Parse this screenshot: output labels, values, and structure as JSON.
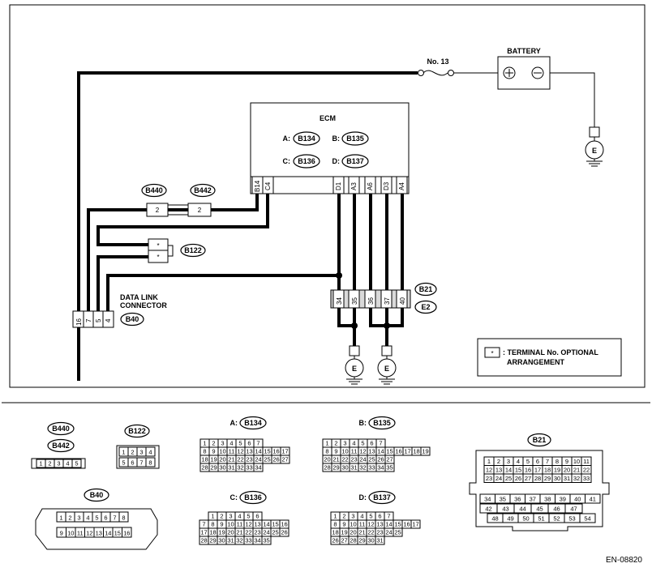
{
  "fuse": "No. 13",
  "battery": "BATTERY",
  "ecm": {
    "title": "ECM",
    "connectors": [
      {
        "prefix": "A:",
        "code": "B134"
      },
      {
        "prefix": "B:",
        "code": "B135"
      },
      {
        "prefix": "C:",
        "code": "B136"
      },
      {
        "prefix": "D:",
        "code": "B137"
      }
    ],
    "pins": [
      "B14",
      "C4",
      "D1",
      "A3",
      "A6",
      "D3",
      "A4"
    ]
  },
  "ground": "E",
  "joint_connectors": {
    "left": {
      "code": "B440",
      "pin": "2"
    },
    "right": {
      "code": "B442",
      "pin": "2"
    }
  },
  "b122": {
    "code": "B122",
    "pins": [
      "*",
      "*"
    ]
  },
  "data_link": {
    "label_line1": "DATA LINK",
    "label_line2": "CONNECTOR",
    "code": "B40",
    "pins": [
      "16",
      "7",
      "5",
      "4"
    ]
  },
  "b21": {
    "code": "B21",
    "alt": "E2",
    "pins": [
      "34",
      "35",
      "36",
      "37",
      "40"
    ]
  },
  "legend": {
    "symbol": "*",
    "text_line1": ": TERMINAL No. OPTIONAL",
    "text_line2": "ARRANGEMENT"
  },
  "connector_views": {
    "b440": "B440",
    "b442": "B442",
    "b440_pins": [
      "1",
      "2",
      "3",
      "4",
      "5"
    ],
    "b122": "B122",
    "b122_rows": [
      [
        "1",
        "2",
        "3",
        "4"
      ],
      [
        "5",
        "6",
        "7",
        "8"
      ]
    ],
    "b40": "B40",
    "b40_rows": [
      [
        "1",
        "2",
        "3",
        "4",
        "5",
        "6",
        "7",
        "8"
      ],
      [
        "9",
        "10",
        "11",
        "12",
        "13",
        "14",
        "15",
        "16"
      ]
    ],
    "a": {
      "prefix": "A:",
      "code": "B134",
      "rows": [
        [
          "1",
          "2",
          "3",
          "4",
          "5",
          "6",
          "7"
        ],
        [
          "8",
          "9",
          "10",
          "11",
          "12",
          "13",
          "14",
          "15",
          "16",
          "17"
        ],
        [
          "18",
          "19",
          "20",
          "21",
          "22",
          "23",
          "24",
          "25",
          "26",
          "27"
        ],
        [
          "28",
          "29",
          "30",
          "31",
          "32",
          "33",
          "34"
        ]
      ]
    },
    "b": {
      "prefix": "B:",
      "code": "B135",
      "rows": [
        [
          "1",
          "2",
          "3",
          "4",
          "5",
          "6",
          "7"
        ],
        [
          "8",
          "9",
          "10",
          "11",
          "12",
          "13",
          "14",
          "15",
          "16",
          "17",
          "18",
          "19"
        ],
        [
          "20",
          "21",
          "22",
          "23",
          "24",
          "25",
          "26",
          "27"
        ],
        [
          "28",
          "29",
          "30",
          "31",
          "32",
          "33",
          "34",
          "35"
        ]
      ]
    },
    "c": {
      "prefix": "C:",
      "code": "B136",
      "rows": [
        [
          "1",
          "2",
          "3",
          "4",
          "5",
          "6"
        ],
        [
          "7",
          "8",
          "9",
          "10",
          "11",
          "12",
          "13",
          "14",
          "15",
          "16"
        ],
        [
          "17",
          "18",
          "19",
          "20",
          "21",
          "22",
          "23",
          "24",
          "25",
          "26"
        ],
        [
          "28",
          "29",
          "30",
          "31",
          "32",
          "33",
          "34",
          "35"
        ]
      ]
    },
    "d": {
      "prefix": "D:",
      "code": "B137",
      "rows": [
        [
          "1",
          "2",
          "3",
          "4",
          "5",
          "6",
          "7"
        ],
        [
          "8",
          "9",
          "10",
          "11",
          "12",
          "13",
          "14",
          "15",
          "16",
          "17"
        ],
        [
          "18",
          "19",
          "20",
          "21",
          "22",
          "23",
          "24",
          "25"
        ],
        [
          "26",
          "27",
          "28",
          "29",
          "30",
          "31"
        ]
      ]
    },
    "b21": "B21",
    "b21_rows_top": [
      [
        "1",
        "2",
        "3",
        "4",
        "5",
        "6",
        "7",
        "8",
        "9",
        "10",
        "11"
      ],
      [
        "12",
        "13",
        "14",
        "15",
        "16",
        "17",
        "18",
        "19",
        "20",
        "21",
        "22"
      ],
      [
        "23",
        "24",
        "25",
        "26",
        "27",
        "28",
        "29",
        "30",
        "31",
        "32",
        "33"
      ]
    ],
    "b21_rows_bottom": [
      [
        "34",
        "35",
        "36",
        "37",
        "38",
        "39",
        "40",
        "41"
      ],
      [
        "42",
        "43",
        "44",
        "45",
        "46",
        "47"
      ],
      [
        "48",
        "49",
        "50",
        "51",
        "52",
        "53",
        "54"
      ]
    ]
  },
  "doc_code": "EN-08820"
}
